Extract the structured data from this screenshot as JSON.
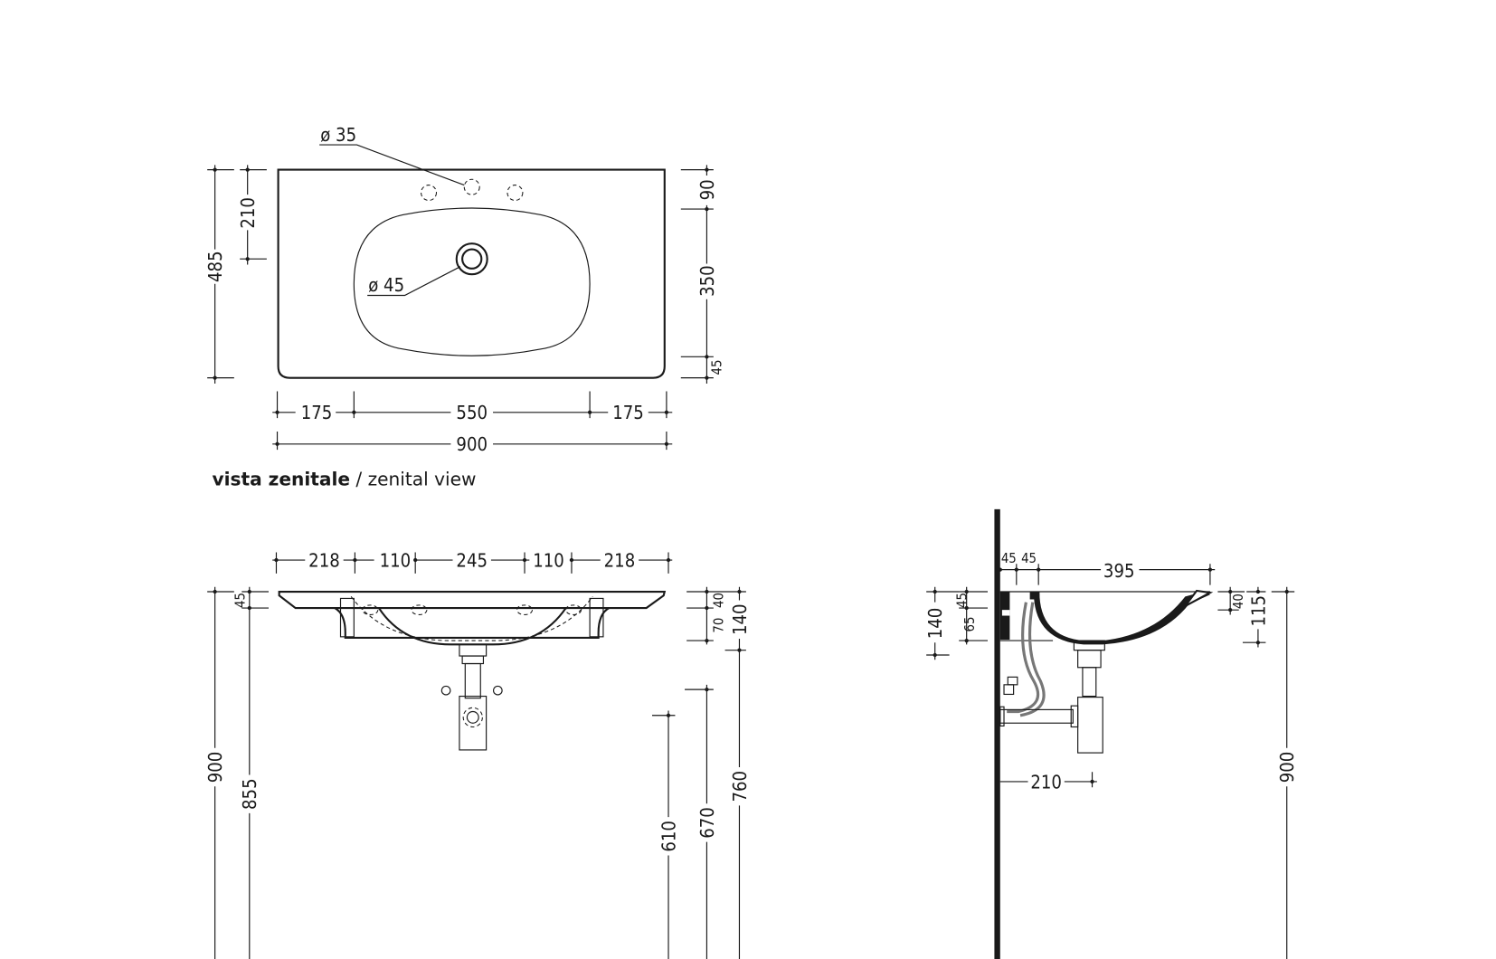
{
  "caption": {
    "bold": "vista zenitale",
    "rest": " / zenital view"
  },
  "top_view": {
    "tap_hole": "ø 35",
    "drain": "ø 45",
    "depth_total": "485",
    "tap_to_drain": "210",
    "right": [
      "90",
      "350",
      "45"
    ],
    "width_parts": [
      "175",
      "550",
      "175"
    ],
    "width_total": "900"
  },
  "front_view": {
    "top_parts": [
      "218",
      "110",
      "245",
      "110",
      "218"
    ],
    "left": [
      "900",
      "855",
      "45"
    ],
    "right": [
      "40",
      "70",
      "140",
      "760",
      "670",
      "610"
    ]
  },
  "side_view": {
    "top": [
      "45",
      "45",
      "395"
    ],
    "left": [
      "140",
      "45",
      "65"
    ],
    "right": [
      "40",
      "115",
      "900"
    ],
    "bottom": "210"
  }
}
